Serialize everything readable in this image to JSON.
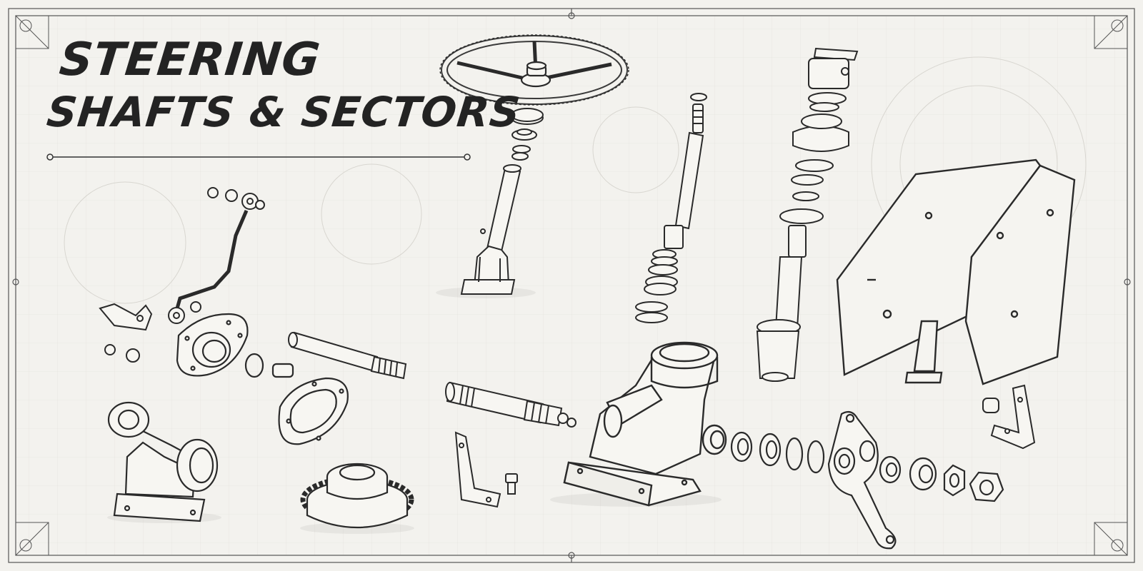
{
  "title": {
    "line1": "STEERING",
    "line2": "SHAFTS & SECTORS"
  },
  "colors": {
    "background": "#f3f2ee",
    "ink": "#2a2a2a",
    "grid": "#dcdad4"
  },
  "parts": [
    "steering-wheel",
    "steering-column",
    "steering-shaft",
    "steering-column-assembly",
    "mounting-bracket-plate",
    "drag-link-rod",
    "small-bracket",
    "flange-plate",
    "splined-shaft",
    "gasket",
    "pitman-housing",
    "splined-output-shaft",
    "gear-sector",
    "l-bracket",
    "steering-gearbox",
    "seal-and-bearing-stack",
    "pitman-arm",
    "nut",
    "right-l-bracket"
  ]
}
